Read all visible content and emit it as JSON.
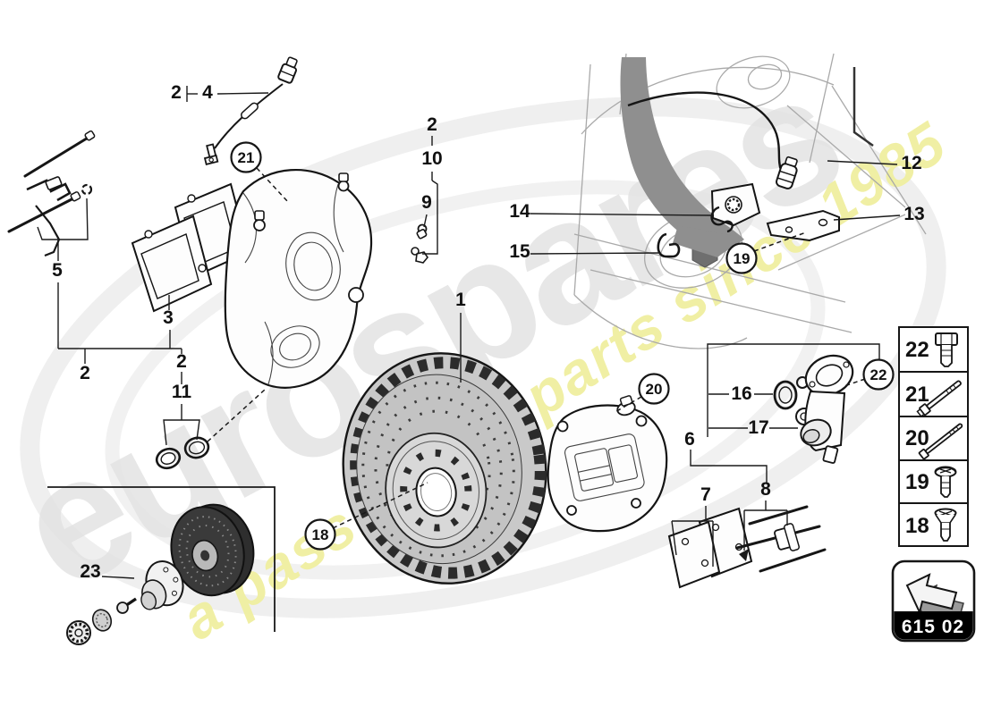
{
  "watermark": {
    "brand": "eurospares",
    "tagline": "a passion for parts since 1985",
    "brand_color": "#e3e3e3",
    "tagline_color": "#f0efa0"
  },
  "callouts": [
    {
      "text": "2"
    },
    {
      "text": "4"
    },
    {
      "text": "2"
    },
    {
      "text": "10"
    },
    {
      "text": "9"
    },
    {
      "text": "5"
    },
    {
      "text": "3"
    },
    {
      "text": "2"
    },
    {
      "text": "2"
    },
    {
      "text": "11"
    },
    {
      "text": "1"
    },
    {
      "text": "23"
    },
    {
      "text": "12"
    },
    {
      "text": "13"
    },
    {
      "text": "14"
    },
    {
      "text": "15"
    },
    {
      "text": "16"
    },
    {
      "text": "17"
    },
    {
      "text": "6"
    },
    {
      "text": "7"
    },
    {
      "text": "8"
    }
  ],
  "circled": [
    {
      "text": "21"
    },
    {
      "text": "18"
    },
    {
      "text": "19"
    },
    {
      "text": "20"
    },
    {
      "text": "22"
    }
  ],
  "sidebar": {
    "items": [
      {
        "number": "22",
        "icon": "socket-head-bolt-icon"
      },
      {
        "number": "21",
        "icon": "hex-flange-bolt-icon"
      },
      {
        "number": "20",
        "icon": "long-screw-icon"
      },
      {
        "number": "19",
        "icon": "pan-head-screw-icon"
      },
      {
        "number": "18",
        "icon": "countersunk-screw-icon"
      }
    ]
  },
  "nav": {
    "code": "615 02",
    "icon": "back-arrow-icon"
  }
}
